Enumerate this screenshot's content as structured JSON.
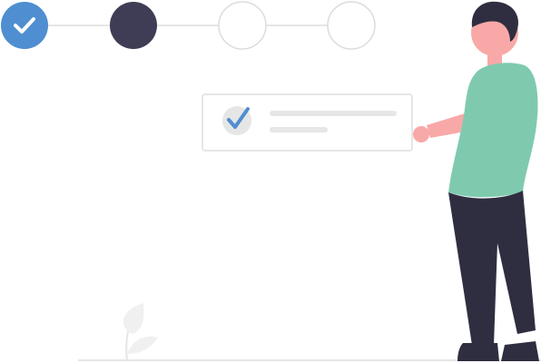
{
  "stepper": {
    "steps": [
      {
        "state": "completed"
      },
      {
        "state": "current"
      },
      {
        "state": "upcoming"
      },
      {
        "state": "upcoming"
      }
    ],
    "colors": {
      "completed": "#4f8ed0",
      "current": "#3f3d56",
      "upcoming_border": "#dcdcdc",
      "connector": "#e6e6e6"
    }
  },
  "task_card": {
    "checked": true,
    "check_icon": "check-icon",
    "colors": {
      "border": "#e6e6e6",
      "check": "#4f8ed0",
      "check_background": "#e6e6e6",
      "placeholder_lines": "#e6e6e6"
    }
  },
  "illustration": {
    "person": "person-pointing-at-card",
    "plant": "leaf-plant",
    "colors": {
      "shirt": "#7fcaaf",
      "skin": "#f9a8a8",
      "hair": "#2f2e41",
      "pants": "#2f2e41",
      "plant": "#f0f0f0",
      "ground": "#e6e6e6"
    }
  }
}
